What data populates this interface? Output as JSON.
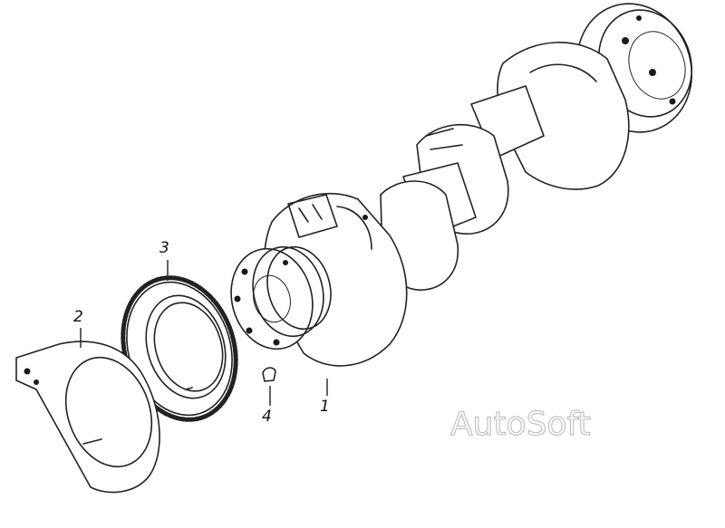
{
  "callouts": {
    "crankshaft": "1",
    "counterweight": "2",
    "gear": "3",
    "key": "4"
  },
  "watermark": "AutoSoft",
  "colors": {
    "line": "#222222",
    "watermark_outline": "#b7b7b7",
    "background": "#ffffff"
  }
}
